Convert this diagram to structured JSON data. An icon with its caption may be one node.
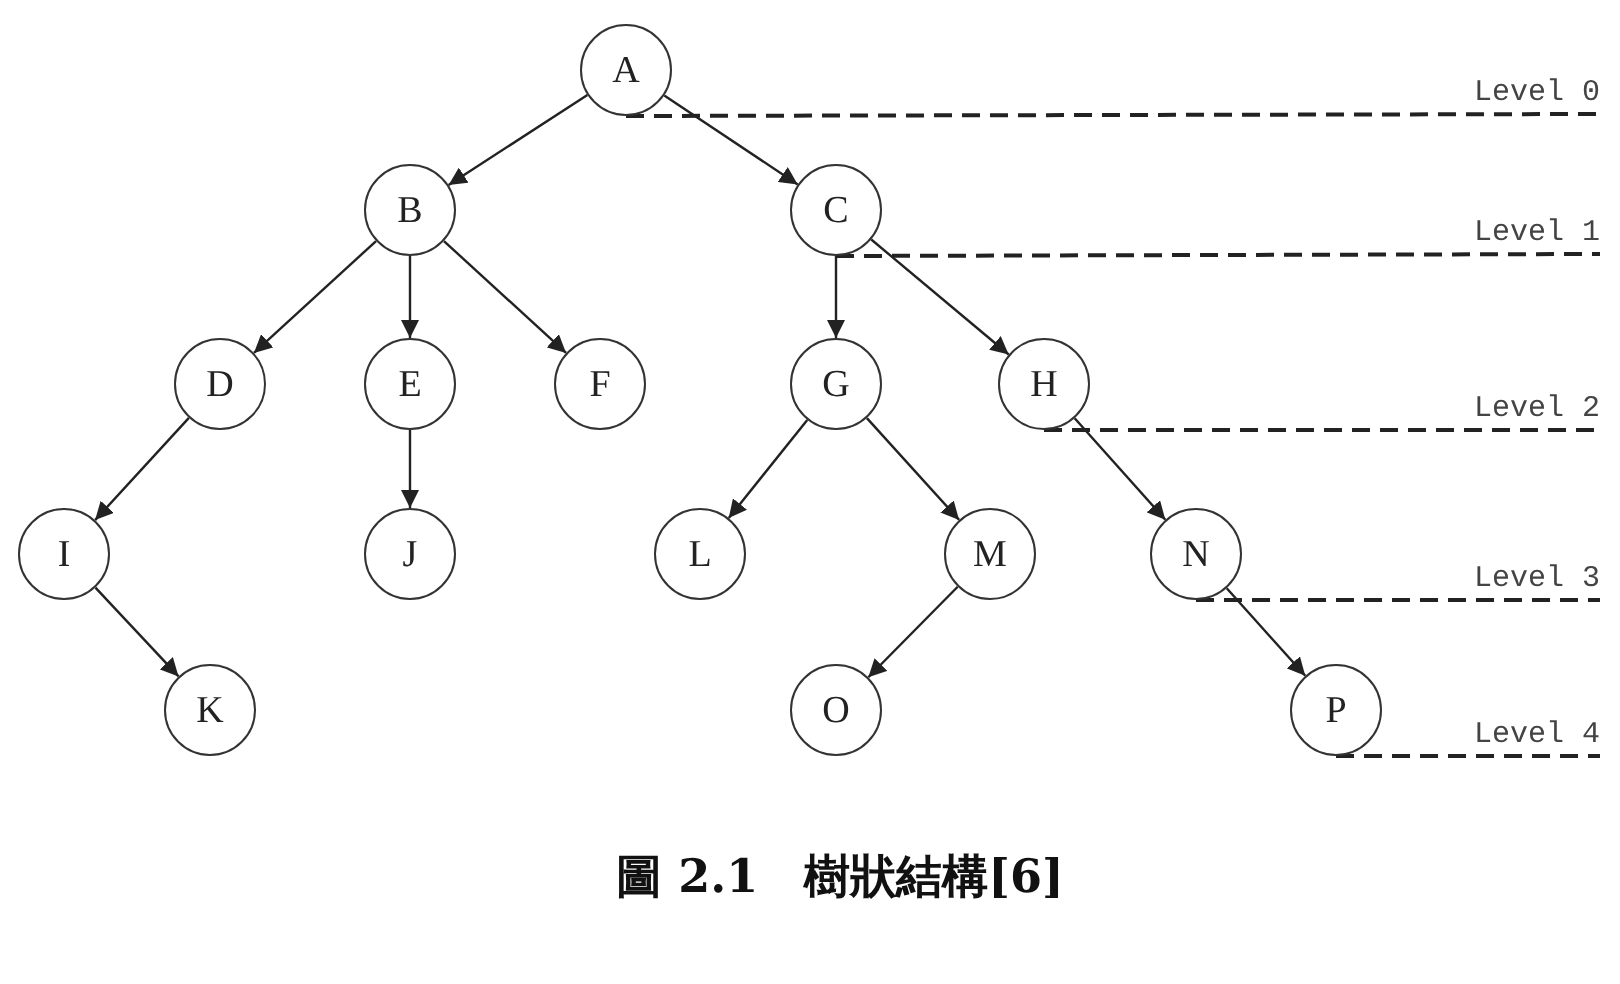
{
  "diagram": {
    "caption": "圖 2.1　樹狀結構[6]",
    "nodes": [
      {
        "text": [
          "A"
        ]
      },
      {
        "text": [
          "B"
        ]
      },
      {
        "text": [
          "C"
        ]
      },
      {
        "text": [
          "D"
        ]
      },
      {
        "text": [
          "E"
        ]
      },
      {
        "text": [
          "F"
        ]
      },
      {
        "text": [
          "G"
        ]
      },
      {
        "text": [
          "H"
        ]
      },
      {
        "text": [
          "I"
        ]
      },
      {
        "text": [
          "J"
        ]
      },
      {
        "text": [
          "L"
        ]
      },
      {
        "text": [
          "M"
        ]
      },
      {
        "text": [
          "N"
        ]
      },
      {
        "text": [
          "K"
        ]
      },
      {
        "text": [
          "O"
        ]
      },
      {
        "text": [
          "P"
        ]
      },
      {
        "text": [
          "Level 0"
        ]
      },
      {
        "text": [
          "Level 1"
        ]
      },
      {
        "text": [
          "Level 2"
        ]
      },
      {
        "text": [
          "Level 3"
        ]
      },
      {
        "text": [
          "Level 4"
        ]
      }
    ],
    "edges": [
      {
        "from": 0,
        "to": 1,
        "arrow": "to"
      },
      {
        "from": 0,
        "to": 2,
        "arrow": "to"
      },
      {
        "from": 1,
        "to": 3,
        "arrow": "to"
      },
      {
        "from": 1,
        "to": 4,
        "arrow": "to"
      },
      {
        "from": 1,
        "to": 5,
        "arrow": "to"
      },
      {
        "from": 2,
        "to": 6,
        "arrow": "to"
      },
      {
        "from": 2,
        "to": 7,
        "arrow": "to"
      },
      {
        "from": 3,
        "to": 8,
        "arrow": "to"
      },
      {
        "from": 4,
        "to": 9,
        "arrow": "to"
      },
      {
        "from": 6,
        "to": 10,
        "arrow": "to"
      },
      {
        "from": 6,
        "to": 11,
        "arrow": "to"
      },
      {
        "from": 7,
        "to": 12,
        "arrow": "to"
      },
      {
        "from": 8,
        "to": 13,
        "arrow": "to"
      },
      {
        "from": 11,
        "to": 14,
        "arrow": "to"
      },
      {
        "from": 12,
        "to": 15,
        "arrow": "to"
      },
      {
        "from": 0,
        "to": 16,
        "arrow": "none",
        "style": "dashed"
      },
      {
        "from": 2,
        "to": 17,
        "arrow": "none",
        "style": "dashed"
      },
      {
        "from": 7,
        "to": 18,
        "arrow": "none",
        "style": "dashed"
      },
      {
        "from": 12,
        "to": 19,
        "arrow": "none",
        "style": "dashed"
      },
      {
        "from": 15,
        "to": 20,
        "arrow": "none",
        "style": "dashed"
      }
    ]
  }
}
